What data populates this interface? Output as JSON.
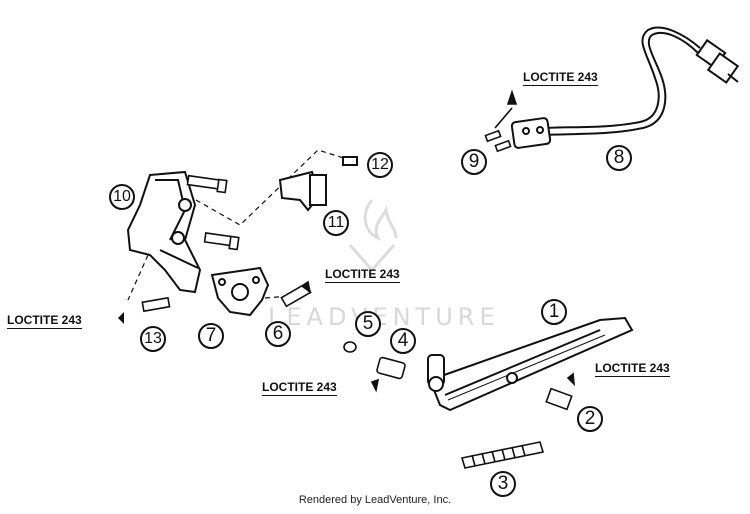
{
  "callouts": [
    "1",
    "2",
    "3",
    "4",
    "5",
    "6",
    "7",
    "8",
    "9",
    "10",
    "11",
    "12",
    "13"
  ],
  "loctite_labels": {
    "top": "LOCTITE 243",
    "middle": "LOCTITE 243",
    "left": "LOCTITE 243",
    "lower_middle": "LOCTITE 243",
    "right": "LOCTITE 243"
  },
  "watermark": "LEADVENTURE",
  "footer": "Rendered by LeadVenture, Inc."
}
